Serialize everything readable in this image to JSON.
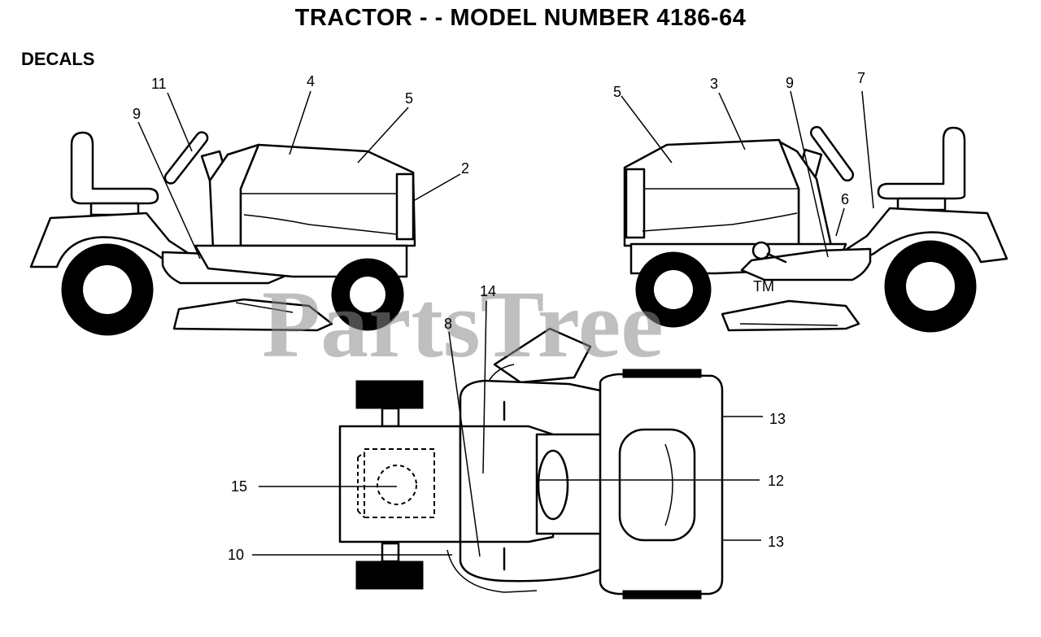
{
  "title": "TRACTOR - - MODEL NUMBER 4186-64",
  "section": "DECALS",
  "watermark": "PartsTree",
  "trademark": "TM",
  "callouts": {
    "c11": "11",
    "c4a": "4",
    "c5a": "5",
    "c9a": "9",
    "c2": "2",
    "c5b": "5",
    "c3": "3",
    "c9b": "9",
    "c7": "7",
    "c6": "6",
    "c8": "8",
    "c14": "14",
    "c15": "15",
    "c10": "10",
    "c13a": "13",
    "c12": "12",
    "c13b": "13"
  }
}
